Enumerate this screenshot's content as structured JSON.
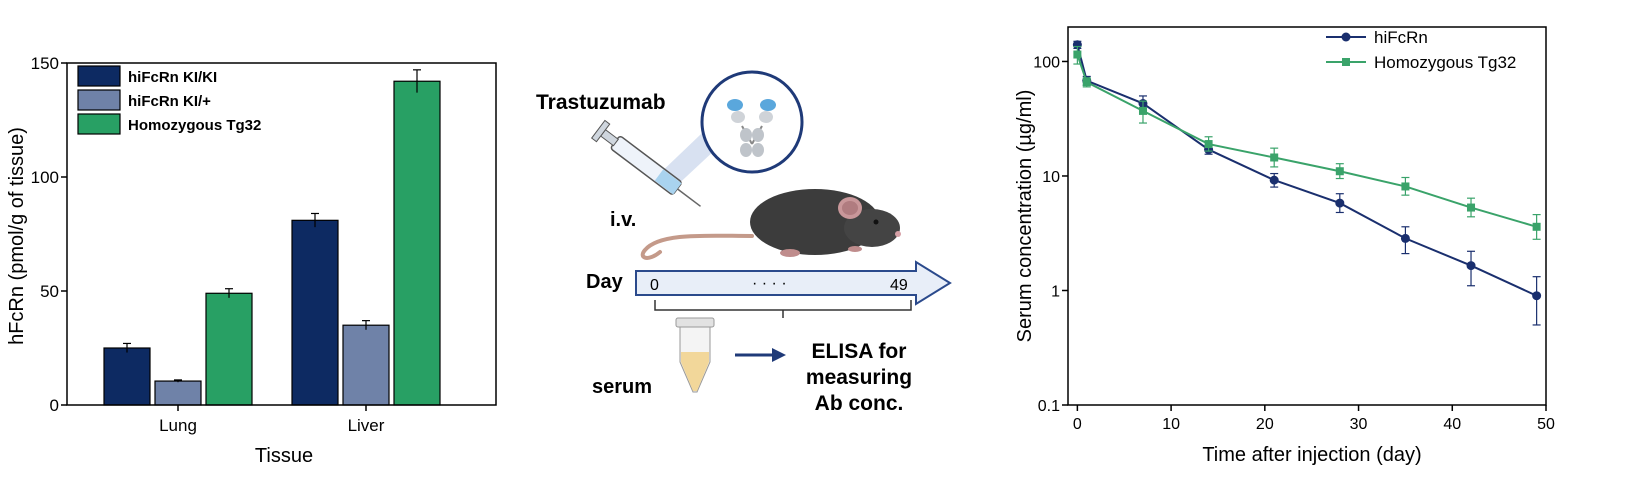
{
  "colors": {
    "ki_ki": "#0d2a62",
    "ki_plus": "#6f82a8",
    "tg32": "#28a064",
    "hifcrn_line": "#1a2f6e",
    "tg32_line": "#3aa36a",
    "arrow_fill": "#e8eef8",
    "arrow_stroke": "#2b4a8c"
  },
  "chart_data": [
    {
      "type": "bar",
      "xlabel": "Tissue",
      "ylabel": "hFcRn (pmol/g of tissue)",
      "categories": [
        "Lung",
        "Liver"
      ],
      "ylim": [
        0,
        150
      ],
      "yticks": [
        0,
        50,
        100,
        150
      ],
      "legend_position": "top-left",
      "grid": false,
      "series": [
        {
          "name": "hiFcRn KI/KI",
          "color_key": "ki_ki",
          "values": [
            25,
            81
          ],
          "errors": [
            2,
            3
          ]
        },
        {
          "name": "hiFcRn KI/+",
          "color_key": "ki_plus",
          "values": [
            10.5,
            35
          ],
          "errors": [
            0.5,
            2
          ]
        },
        {
          "name": "Homozygous Tg32",
          "color_key": "tg32",
          "values": [
            49,
            142
          ],
          "errors": [
            2,
            5
          ]
        }
      ]
    },
    {
      "type": "line",
      "xlabel": "Time after injection (day)",
      "ylabel": "Serum concentration (µg/ml)",
      "yscale": "log",
      "xlim": [
        -1,
        50
      ],
      "ylim": [
        0.1,
        200
      ],
      "xticks": [
        0,
        10,
        20,
        30,
        40,
        50
      ],
      "yticks": [
        0.1,
        1,
        10,
        100
      ],
      "ytick_labels": [
        "0.1",
        "1",
        "10",
        "100"
      ],
      "legend_position": "top-right",
      "grid": false,
      "series": [
        {
          "name": "hiFcRn",
          "marker": "circle",
          "color_key": "hifcrn_line",
          "x": [
            0,
            1,
            7,
            14,
            21,
            28,
            35,
            42,
            49
          ],
          "y": [
            140,
            68,
            43,
            17,
            9.2,
            5.8,
            2.85,
            1.65,
            0.9
          ],
          "err_low": [
            130,
            62,
            37,
            15.5,
            8.0,
            4.8,
            2.1,
            1.1,
            0.5
          ],
          "err_high": [
            150,
            74,
            50,
            18.5,
            10.5,
            7.0,
            3.6,
            2.2,
            1.32
          ]
        },
        {
          "name": "Homozygous Tg32",
          "marker": "square",
          "color_key": "tg32_line",
          "x": [
            0,
            1,
            7,
            14,
            21,
            28,
            35,
            42,
            49
          ],
          "y": [
            115,
            66,
            37,
            19,
            14.5,
            11,
            8.1,
            5.3,
            3.6
          ],
          "err_low": [
            95,
            60,
            29,
            16.5,
            12.0,
            9.5,
            6.8,
            4.4,
            2.8
          ],
          "err_high": [
            135,
            72,
            45,
            22,
            17.5,
            12.8,
            9.7,
            6.4,
            4.6
          ]
        }
      ]
    }
  ],
  "schematic": {
    "drug_label": "Trastuzumab",
    "route_label": "i.v.",
    "day_label": "Day",
    "day_start": "0",
    "day_dots": "· · · ·",
    "day_end": "49",
    "sample_label": "serum",
    "assay_line1": "ELISA for",
    "assay_line2": "measuring",
    "assay_line3": "Ab conc."
  }
}
